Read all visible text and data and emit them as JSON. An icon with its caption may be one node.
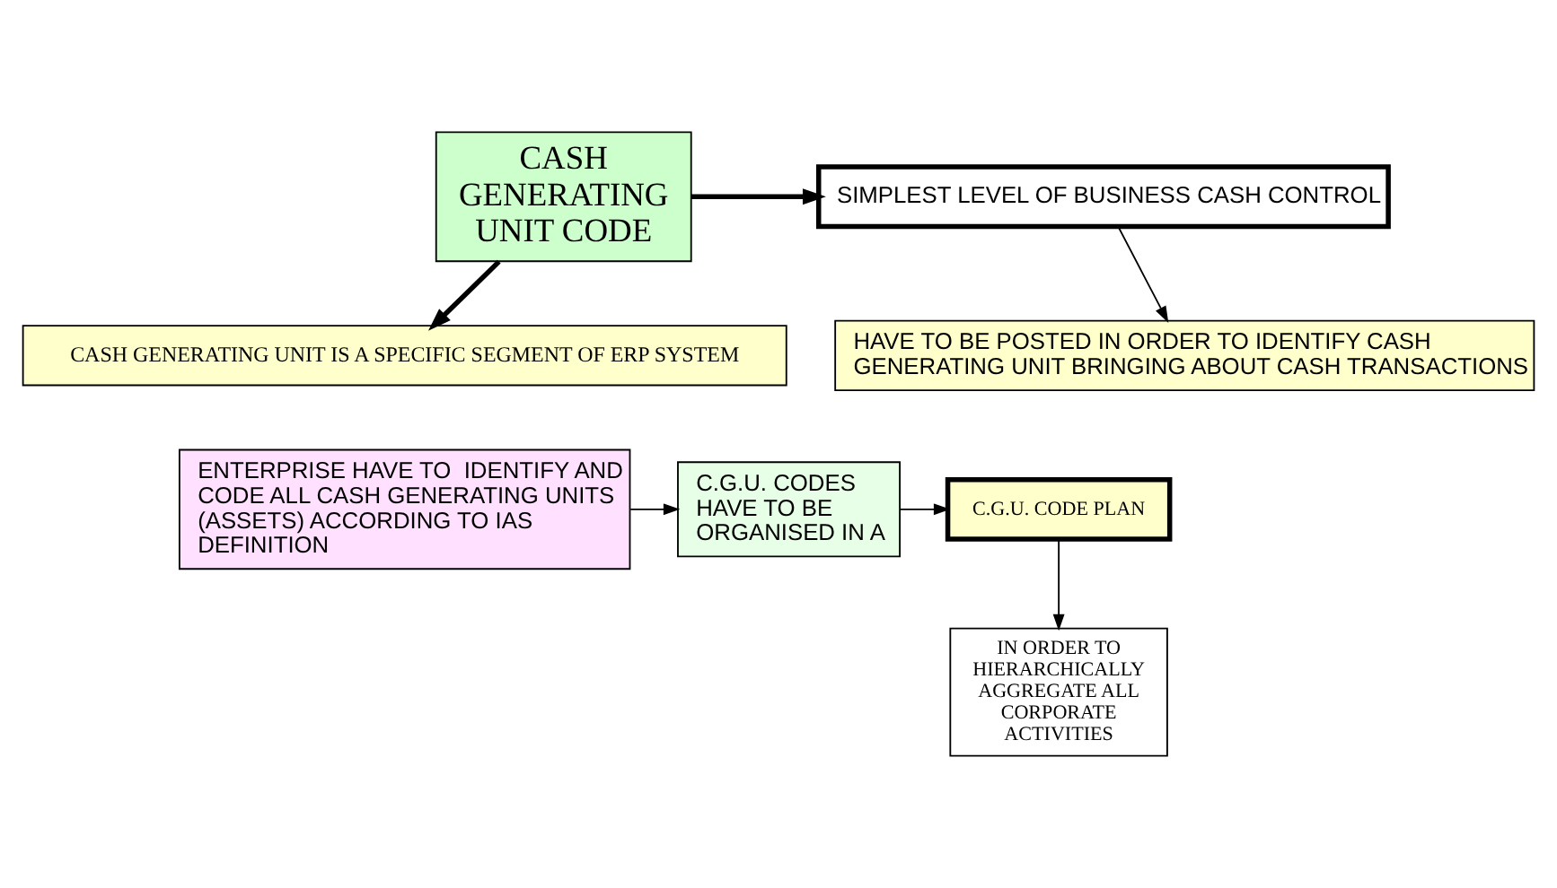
{
  "diagram": {
    "nodes": [
      {
        "text": [
          "CASH GENERATING UNIT CODE"
        ]
      },
      {
        "text": [
          "SIMPLEST LEVEL OF BUSINESS CASH CONTROL"
        ]
      },
      {
        "text": [
          "HAVE TO BE POSTED IN ORDER TO IDENTIFY CASH GENERATING UNIT BRINGING ABOUT CASH TRANSACTIONS"
        ]
      },
      {
        "text": [
          "CASH GENERATING UNIT IS A SPECIFIC SEGMENT OF ERP SYSTEM"
        ]
      },
      {
        "text": [
          "ENTERPRISE HAVE TO  IDENTIFY AND CODE ALL CASH GENERATING UNITS (ASSETS) ACCORDING TO IAS DEFINITION"
        ]
      },
      {
        "text": [
          "C.G.U. CODES HAVE TO BE ORGANISED IN A"
        ]
      },
      {
        "text": [
          "C.G.U. CODE PLAN"
        ]
      },
      {
        "text": [
          "IN ORDER TO HIERARCHICALLY AGGREGATE ALL CORPORATE ACTIVITIES"
        ]
      }
    ],
    "edges": [
      {
        "from": 0,
        "to": 1,
        "arrow": "to",
        "style": "thick"
      },
      {
        "from": 1,
        "to": 2,
        "arrow": "to"
      },
      {
        "from": 0,
        "to": 3,
        "arrow": "to",
        "style": "thick"
      },
      {
        "from": 4,
        "to": 5,
        "arrow": "to"
      },
      {
        "from": 5,
        "to": 6,
        "arrow": "to"
      },
      {
        "from": 6,
        "to": 7,
        "arrow": "to"
      }
    ]
  }
}
